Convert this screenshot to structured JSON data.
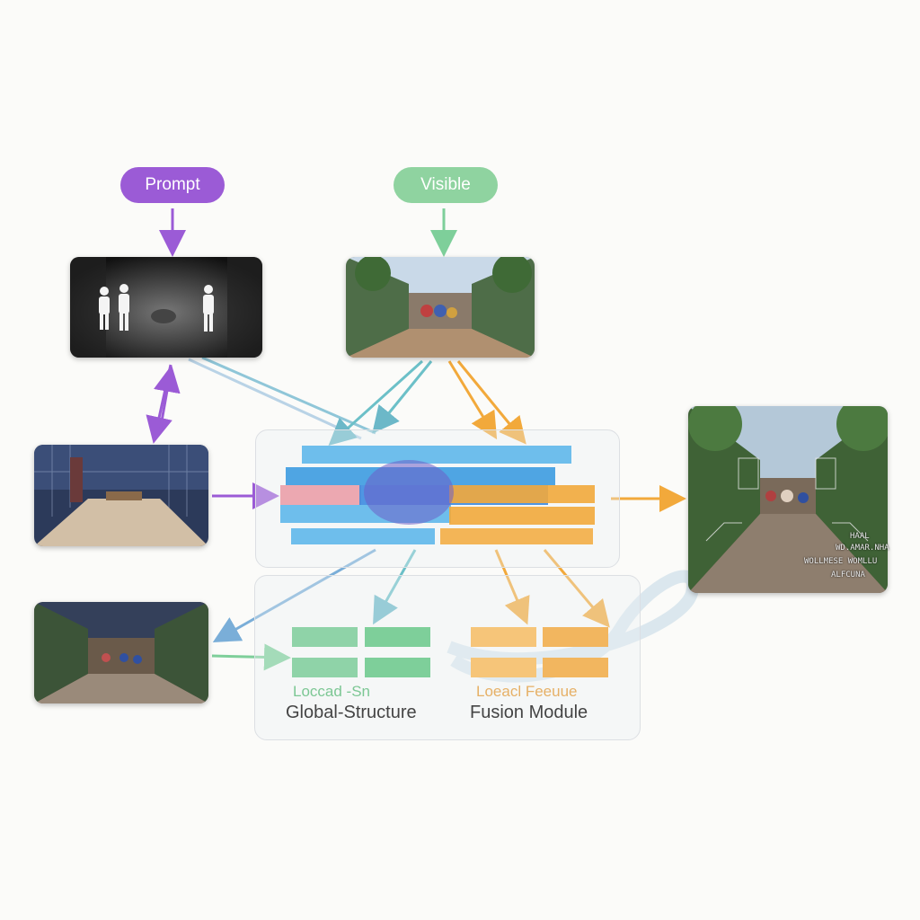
{
  "labels": {
    "prompt": "Prompt",
    "visible": "Visible",
    "global_structure": "Global-Structure",
    "fusion_module": "Fusion Module",
    "local_sub": "Loccad -Sn",
    "fusion_sub": "Loeacl Feeuue"
  },
  "output_overlay_text": [
    "HAAL",
    "WD.AMAR.NHA",
    "WOLLMESE WOMLLU",
    "ALFCUNA"
  ],
  "colors": {
    "prompt": "#9b5bd6",
    "visible": "#8fd3a0",
    "blue": "#3d9be0",
    "orange": "#f2a93b",
    "green": "#7ecf9a",
    "pale_blue": "#b9d3e6"
  }
}
